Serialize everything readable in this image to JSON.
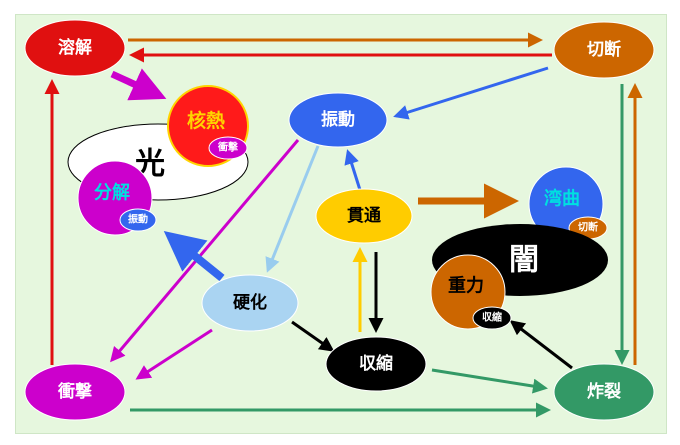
{
  "nodes": {
    "yokai": "溶解",
    "setsudan": "切断",
    "kakunetsu": "核熱",
    "kakunetsu_sub": "衝撃",
    "hikari": "光",
    "shindo": "振動",
    "bunkai": "分解",
    "bunkai_sub": "振動",
    "kantsu": "貫通",
    "wankyoku": "湾曲",
    "wankyoku_sub": "切断",
    "yami": "闇",
    "juryoku": "重力",
    "juryoku_sub": "収縮",
    "koka": "硬化",
    "shukushuku": "収縮",
    "shogeki": "衝撃",
    "sakuretsu": "炸裂"
  },
  "colors": {
    "background": "#e6f7de",
    "red": "#e01010",
    "orange_brown": "#cc6600",
    "magenta": "#cc00cc",
    "blue": "#3366ee",
    "light_blue": "#99ccee",
    "yellow": "#ffcc00",
    "black": "#000000",
    "green": "#339966"
  }
}
